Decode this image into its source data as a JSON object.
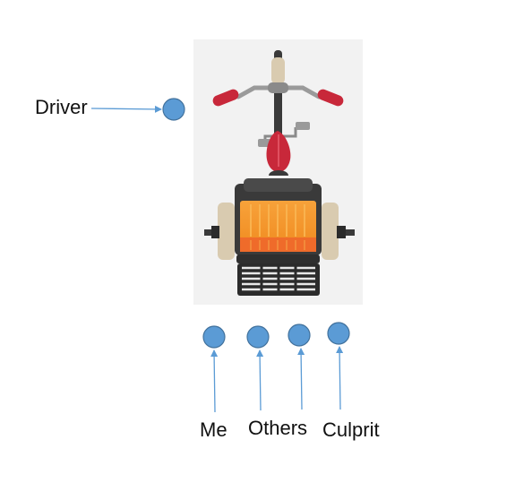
{
  "labels": {
    "driver": "Driver",
    "me": "Me",
    "others": "Others",
    "culprit": "Culprit"
  },
  "colors": {
    "marker_fill": "#5b9bd5",
    "marker_stroke": "#41719c",
    "arrow": "#5b9bd5",
    "image_background": "#f2f2f2",
    "handle_grip": "#c8283a",
    "seat": "#c8283a",
    "cargo_box": "#f7941d",
    "cargo_box_dark": "#ef6b2a",
    "frame": "#3a3a3a",
    "fork_tan": "#d9cbb0"
  }
}
